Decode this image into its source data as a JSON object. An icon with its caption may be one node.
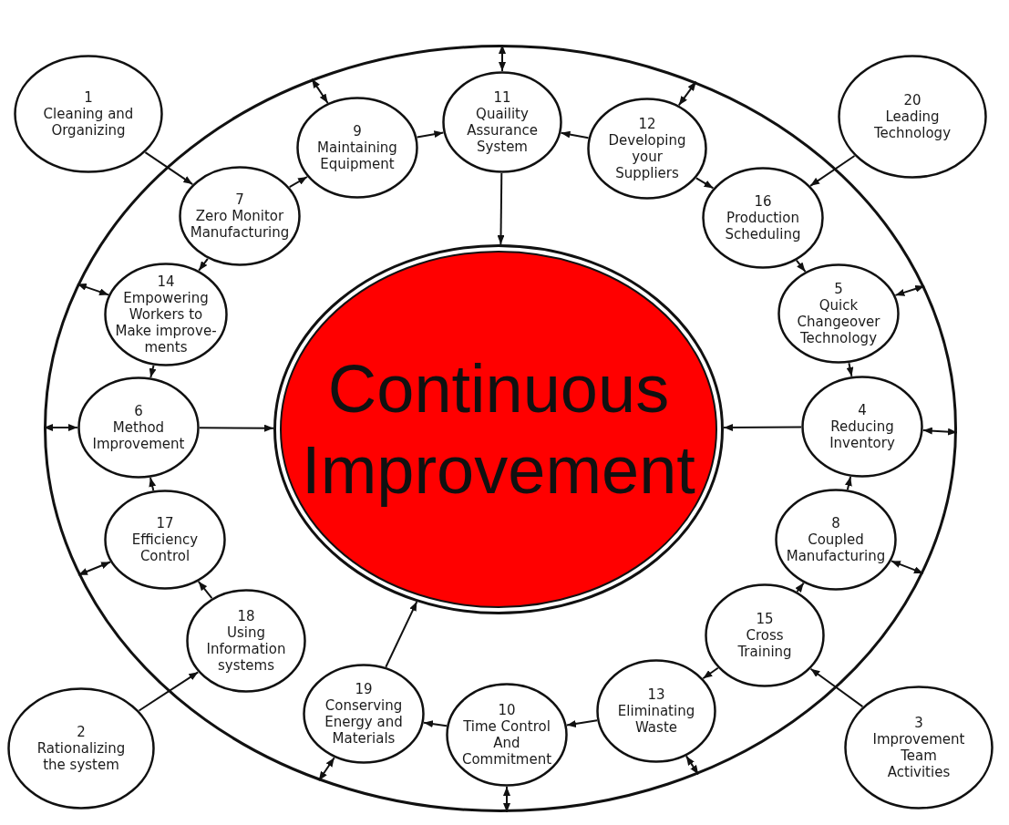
{
  "diagram": {
    "nodes": [
      {
        "text": [],
        "shape": "ellipse"
      },
      {
        "text": [
          "1",
          "Cleaning and Organizing"
        ]
      },
      {
        "text": [
          "9",
          "Maintaining Equipment"
        ],
        "in": 0
      },
      {
        "text": [
          "11",
          "Quaility Assurance System"
        ],
        "in": 0
      },
      {
        "text": [
          "12",
          "Developing your Suppliers"
        ],
        "in": 0
      },
      {
        "text": [
          "20",
          "Leading Technology"
        ]
      },
      {
        "text": [
          "7",
          "Zero Monitor Manufacturing"
        ],
        "in": 0
      },
      {
        "text": [
          "16",
          "Production Scheduling"
        ],
        "in": 0
      },
      {
        "text": [
          "14",
          "Empowering Workers to Make improve- ments"
        ],
        "in": 0
      },
      {
        "text": [
          "5",
          "Quick Changeover Technology"
        ],
        "in": 0
      },
      {
        "text": [
          "Continuous Improvement"
        ],
        "in": 0
      },
      {
        "text": [
          "6",
          "Method Improvement"
        ],
        "in": 0
      },
      {
        "text": [
          "4",
          "Reducing Inventory"
        ],
        "in": 0
      },
      {
        "text": [
          "17",
          "Efficiency Control"
        ],
        "in": 0
      },
      {
        "text": [
          "8",
          "Coupled Manufacturing"
        ],
        "in": 0
      },
      {
        "text": [
          "18",
          "Using Information systems"
        ],
        "in": 0
      },
      {
        "text": [
          "15",
          "Cross Training"
        ],
        "in": 0
      },
      {
        "text": [
          "2",
          "Rationalizing the system"
        ]
      },
      {
        "text": [
          "19",
          "Conserving Energy and Materials"
        ],
        "in": 0
      },
      {
        "text": [
          "10",
          "Time Control And Commitment"
        ],
        "in": 0
      },
      {
        "text": [
          "13",
          "Eliminating Waste"
        ],
        "in": 0
      },
      {
        "text": [
          "3",
          "Improvement Team Activities"
        ]
      }
    ],
    "edges": [
      {
        "from": 1,
        "to": 6,
        "arrow": "to"
      },
      {
        "from": 6,
        "to": 2,
        "arrow": "to"
      },
      {
        "from": 6,
        "to": 8,
        "arrow": "to"
      },
      {
        "from": 2,
        "to": 3,
        "arrow": "to"
      },
      {
        "from": 4,
        "to": 3,
        "arrow": "to"
      },
      {
        "from": 4,
        "to": 7,
        "arrow": "to"
      },
      {
        "from": 5,
        "to": 7,
        "arrow": "to"
      },
      {
        "from": 3,
        "to": 10,
        "arrow": "to"
      },
      {
        "from": 7,
        "to": 9,
        "arrow": "to"
      },
      {
        "from": 9,
        "to": 12,
        "arrow": "to"
      },
      {
        "from": 12,
        "to": 10,
        "arrow": "to"
      },
      {
        "from": 14,
        "to": 12,
        "arrow": "to"
      },
      {
        "from": 16,
        "to": 14,
        "arrow": "to"
      },
      {
        "from": 16,
        "to": 20,
        "arrow": "to"
      },
      {
        "from": 21,
        "to": 16,
        "arrow": "to"
      },
      {
        "from": 20,
        "to": 19,
        "arrow": "to"
      },
      {
        "from": 19,
        "to": 18,
        "arrow": "to"
      },
      {
        "from": 18,
        "to": 10,
        "arrow": "to"
      },
      {
        "from": 17,
        "to": 15,
        "arrow": "to"
      },
      {
        "from": 15,
        "to": 13,
        "arrow": "to"
      },
      {
        "from": 13,
        "to": 11,
        "arrow": "to"
      },
      {
        "from": 8,
        "to": 11,
        "arrow": "to"
      },
      {
        "from": 11,
        "to": 10,
        "arrow": "to"
      },
      {
        "from": 2,
        "to": 0,
        "arrow": "both"
      },
      {
        "from": 3,
        "to": 0,
        "arrow": "both"
      },
      {
        "from": 4,
        "to": 0,
        "arrow": "both"
      },
      {
        "from": 9,
        "to": 0,
        "arrow": "both"
      },
      {
        "from": 12,
        "to": 0,
        "arrow": "both"
      },
      {
        "from": 14,
        "to": 0,
        "arrow": "both"
      },
      {
        "from": 20,
        "to": 0,
        "arrow": "both"
      },
      {
        "from": 19,
        "to": 0,
        "arrow": "both"
      },
      {
        "from": 18,
        "to": 0,
        "arrow": "both"
      },
      {
        "from": 13,
        "to": 0,
        "arrow": "both"
      },
      {
        "from": 11,
        "to": 0,
        "arrow": "both"
      },
      {
        "from": 8,
        "to": 0,
        "arrow": "both"
      }
    ]
  }
}
